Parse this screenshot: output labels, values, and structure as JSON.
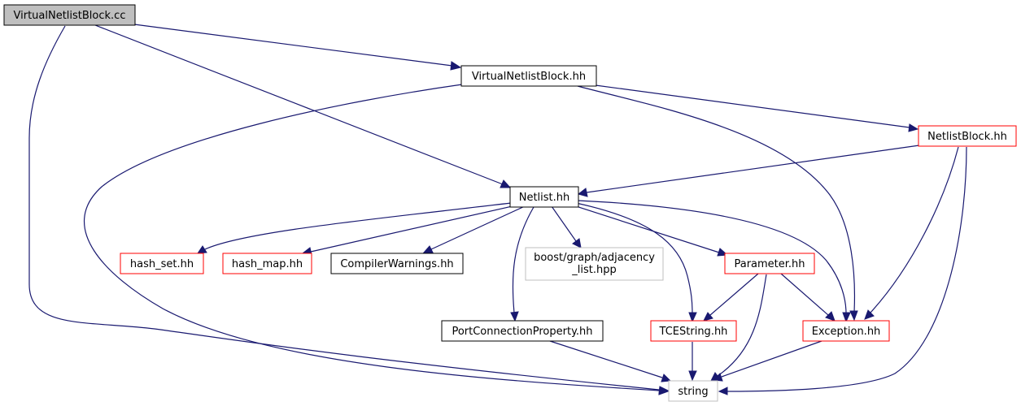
{
  "colors": {
    "edge": "#191970",
    "root_fill": "#bfbfbf",
    "border_default": "#000000",
    "border_truncated": "#ff0000",
    "border_external": "#bfbfbf",
    "node_fill": "#ffffff"
  },
  "nodes": {
    "virtualnetlistblock_cc": {
      "label": "VirtualNetlistBlock.cc",
      "kind": "root"
    },
    "virtualnetlistblock_hh": {
      "label": "VirtualNetlistBlock.hh",
      "kind": "normal"
    },
    "netlistblock_hh": {
      "label": "NetlistBlock.hh",
      "kind": "truncated"
    },
    "netlist_hh": {
      "label": "Netlist.hh",
      "kind": "normal"
    },
    "hash_set_hh": {
      "label": "hash_set.hh",
      "kind": "truncated"
    },
    "hash_map_hh": {
      "label": "hash_map.hh",
      "kind": "truncated"
    },
    "compilerwarnings_hh": {
      "label": "CompilerWarnings.hh",
      "kind": "normal"
    },
    "boost_adjacency": {
      "label_line1": "boost/graph/adjacency",
      "label_line2": "_list.hpp",
      "kind": "external"
    },
    "parameter_hh": {
      "label": "Parameter.hh",
      "kind": "truncated"
    },
    "portconnectionproperty_hh": {
      "label": "PortConnectionProperty.hh",
      "kind": "normal"
    },
    "tcestring_hh": {
      "label": "TCEString.hh",
      "kind": "truncated"
    },
    "exception_hh": {
      "label": "Exception.hh",
      "kind": "truncated"
    },
    "string": {
      "label": "string",
      "kind": "external"
    }
  },
  "edges": [
    [
      "virtualnetlistblock_cc",
      "virtualnetlistblock_hh"
    ],
    [
      "virtualnetlistblock_cc",
      "netlist_hh"
    ],
    [
      "virtualnetlistblock_cc",
      "string"
    ],
    [
      "virtualnetlistblock_hh",
      "netlistblock_hh"
    ],
    [
      "virtualnetlistblock_hh",
      "string"
    ],
    [
      "virtualnetlistblock_hh",
      "exception_hh"
    ],
    [
      "netlistblock_hh",
      "netlist_hh"
    ],
    [
      "netlistblock_hh",
      "exception_hh"
    ],
    [
      "netlistblock_hh",
      "string"
    ],
    [
      "netlist_hh",
      "hash_set_hh"
    ],
    [
      "netlist_hh",
      "hash_map_hh"
    ],
    [
      "netlist_hh",
      "compilerwarnings_hh"
    ],
    [
      "netlist_hh",
      "boost_adjacency"
    ],
    [
      "netlist_hh",
      "parameter_hh"
    ],
    [
      "netlist_hh",
      "tcestring_hh"
    ],
    [
      "netlist_hh",
      "exception_hh"
    ],
    [
      "netlist_hh",
      "portconnectionproperty_hh"
    ],
    [
      "parameter_hh",
      "tcestring_hh"
    ],
    [
      "parameter_hh",
      "exception_hh"
    ],
    [
      "parameter_hh",
      "string"
    ],
    [
      "portconnectionproperty_hh",
      "string"
    ],
    [
      "tcestring_hh",
      "string"
    ],
    [
      "exception_hh",
      "string"
    ]
  ]
}
